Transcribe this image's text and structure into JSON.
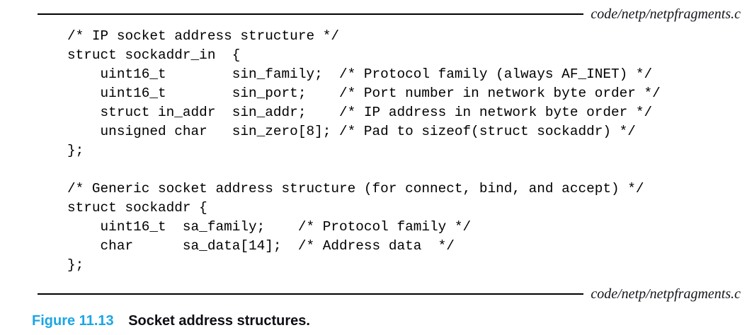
{
  "figure": {
    "source_label_top": "code/netp/netpfragments.c",
    "source_label_bottom": "code/netp/netpfragments.c",
    "figure_label": "Figure 11.13",
    "caption": "Socket address structures.",
    "accent_color": "#1ca6e4",
    "rule_color": "#000000",
    "text_color": "#000000"
  },
  "code": {
    "lines": [
      "/* IP socket address structure */",
      "struct sockaddr_in  {",
      "    uint16_t        sin_family;  /* Protocol family (always AF_INET) */",
      "    uint16_t        sin_port;    /* Port number in network byte order */",
      "    struct in_addr  sin_addr;    /* IP address in network byte order */",
      "    unsigned char   sin_zero[8]; /* Pad to sizeof(struct sockaddr) */",
      "};",
      "",
      "/* Generic socket address structure (for connect, bind, and accept) */",
      "struct sockaddr {",
      "    uint16_t  sa_family;    /* Protocol family */",
      "    char      sa_data[14];  /* Address data  */",
      "};"
    ]
  }
}
